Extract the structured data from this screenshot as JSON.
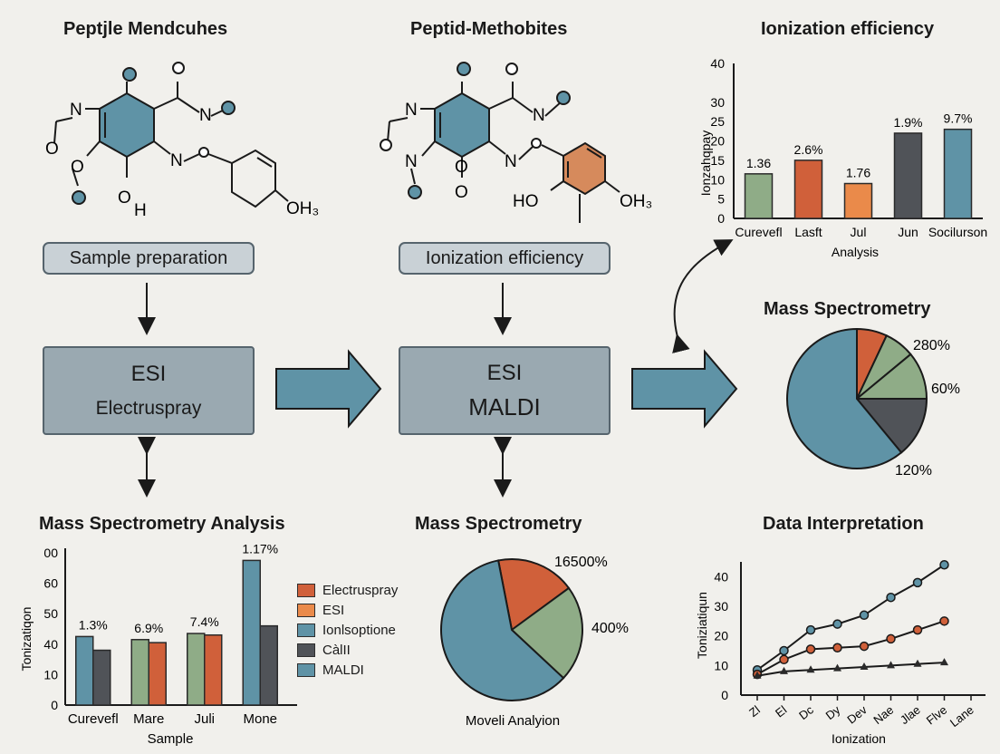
{
  "headings": {
    "mol1": "Peptjle Mendcuhes",
    "mol2": "Peptid-Methobites",
    "chart_top": "Ionization efficiency",
    "mass_spec_right": "Mass Spectrometry",
    "msa": "Mass Spectrometry Analysis",
    "mass_spec_mid": "Mass Spectrometry",
    "data_interp": "Data Interpretation"
  },
  "molecule1": {
    "labels": [
      "N",
      "O",
      "N",
      "O",
      "O",
      "N",
      "O",
      "H",
      "OH₃"
    ]
  },
  "molecule2": {
    "labels": [
      "N",
      "O",
      "N",
      "O",
      "O",
      "N",
      "O",
      "N",
      "O",
      "HO",
      "OH₃"
    ]
  },
  "process": {
    "pill1": "Sample preparation",
    "pill2": "Ionization efficiency",
    "box1": {
      "line1": "ESI",
      "line2": "Electruspray"
    },
    "box2": {
      "line1": "ESI",
      "line2": "MALDI"
    }
  },
  "pie_right_labels": [
    "280%",
    "60%",
    "120%"
  ],
  "pie_mid_labels": [
    "16500%",
    "400%"
  ],
  "pie_mid_caption": "Moveli Analyion",
  "legend": [
    {
      "label": "Electruspray",
      "color": "#d0603a"
    },
    {
      "label": "ESI",
      "color": "#ea8a4a"
    },
    {
      "label": "Ionlsoptione",
      "color": "#5f93a6"
    },
    {
      "label": "CàlII",
      "color": "#505358"
    },
    {
      "label": "MALDI",
      "color": "#5f93a6"
    }
  ],
  "chart_data": [
    {
      "type": "bar",
      "ylabel": "Ionzahqpay",
      "xlabel": "Analysis",
      "ylim": [
        0,
        40
      ],
      "yticks": [
        "0",
        "5",
        "10",
        "15",
        "20",
        "25",
        "30",
        "40"
      ],
      "categories": [
        "Curevefl",
        "Lasft",
        "Jul",
        "Jun",
        "Socilurson"
      ],
      "values": [
        11.5,
        15,
        9,
        22,
        23
      ],
      "data_labels": [
        "1.36",
        "2.6%",
        "1.76",
        "1.9%",
        "9.7%"
      ],
      "colors": [
        "#8fac87",
        "#d0603a",
        "#ea8a4a",
        "#505358",
        "#5f93a6"
      ]
    },
    {
      "type": "pie",
      "shares": [
        0.07,
        0.07,
        0.11,
        0.14,
        0.61
      ],
      "colors": [
        "#d0603a",
        "#8fac87",
        "#8fac87",
        "#505358",
        "#5f93a6"
      ]
    },
    {
      "type": "bar",
      "ylabel": "Tonizatiqon",
      "xlabel": "Sample",
      "ylim": [
        0,
        100
      ],
      "yticks": [
        "0",
        "10",
        "40",
        "50",
        "60",
        "00"
      ],
      "categories": [
        "Curevefl",
        "Mare",
        "Juli",
        "Mone"
      ],
      "series": [
        {
          "values": [
            45,
            43,
            47,
            95
          ],
          "colors": [
            "#5f93a6",
            "#8fac87",
            "#8fac87",
            "#5f93a6"
          ]
        },
        {
          "values": [
            36,
            41,
            46,
            52
          ],
          "colors": [
            "#505358",
            "#d0603a",
            "#d0603a",
            "#505358"
          ]
        }
      ],
      "data_labels": [
        "1.3%",
        "6.9%",
        "7.4%",
        "1.17%"
      ]
    },
    {
      "type": "pie",
      "shares": [
        0.18,
        0.22,
        0.6
      ],
      "colors": [
        "#d0603a",
        "#8fac87",
        "#5f93a6"
      ]
    },
    {
      "type": "line",
      "ylabel": "Toniziatiqun",
      "xlabel": "Ionization",
      "ylim": [
        0,
        45
      ],
      "yticks": [
        "0",
        "10",
        "20",
        "30",
        "40"
      ],
      "categories": [
        "Zl",
        "El",
        "Dc",
        "Dy",
        "Dev",
        "Nae",
        "Jlae",
        "Flve",
        "Lane"
      ],
      "series": [
        {
          "values": [
            8.5,
            15,
            22,
            24,
            27,
            33,
            38,
            44
          ],
          "color": "#5f93a6",
          "marker": "circle"
        },
        {
          "values": [
            7,
            12,
            15.5,
            16,
            16.5,
            19,
            22,
            25
          ],
          "color": "#d0603a",
          "marker": "circle"
        },
        {
          "values": [
            6.5,
            8,
            8.5,
            9,
            9.5,
            10,
            10.5,
            11
          ],
          "color": "#2a2a2a",
          "marker": "triangle"
        }
      ]
    }
  ]
}
